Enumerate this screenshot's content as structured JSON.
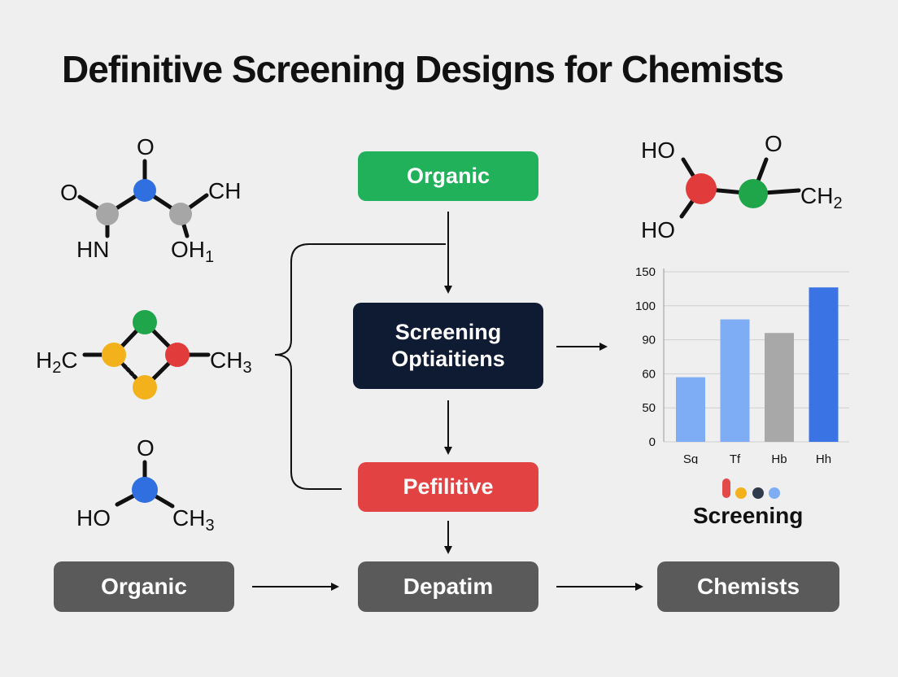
{
  "title": "Definitive Screening Designs for Chemists",
  "flow": {
    "organic_top": "Organic",
    "screening_line1": "Screening",
    "screening_line2": "Optiaitiens",
    "pefilitive": "Pefilitive"
  },
  "bottom_row": {
    "organic": "Organic",
    "depatim": "Depatim",
    "chemists": "Chemists"
  },
  "molecule1": {
    "o_top": "O",
    "o_left": "O",
    "ch": "CH",
    "hn": "HN",
    "oh1": "OH1"
  },
  "molecule2": {
    "h2c": "H2C",
    "ch3": "CH3"
  },
  "molecule3": {
    "o": "O",
    "ho": "HO",
    "ch3": "CH3"
  },
  "molecule4": {
    "ho_top": "HO",
    "o": "O",
    "ch2": "CH2",
    "ho_bottom": "HO"
  },
  "colors": {
    "green": "#20b15a",
    "navy": "#0f1a33",
    "red": "#e34242",
    "gray_box": "#5a5a5a",
    "atom_blue": "#2f6fe0",
    "atom_gray": "#a6a6a6",
    "atom_green": "#1fa64b",
    "atom_yellow": "#f3b21c",
    "atom_red": "#e23b3b"
  },
  "chart_data": {
    "type": "bar",
    "categories": [
      "Sq",
      "Tf",
      "Hb",
      "Hh"
    ],
    "values": [
      59,
      96,
      92,
      127
    ],
    "bar_colors": [
      "#7eadf6",
      "#7eadf6",
      "#a8a8a8",
      "#3a73e4"
    ],
    "y_ticks": [
      0,
      50,
      60,
      90,
      100,
      150
    ],
    "grid": true
  },
  "legend": {
    "label": "Screening",
    "dot_colors": [
      "#e54848",
      "#f3b21c",
      "#2f3a4a",
      "#7eadf6"
    ]
  }
}
